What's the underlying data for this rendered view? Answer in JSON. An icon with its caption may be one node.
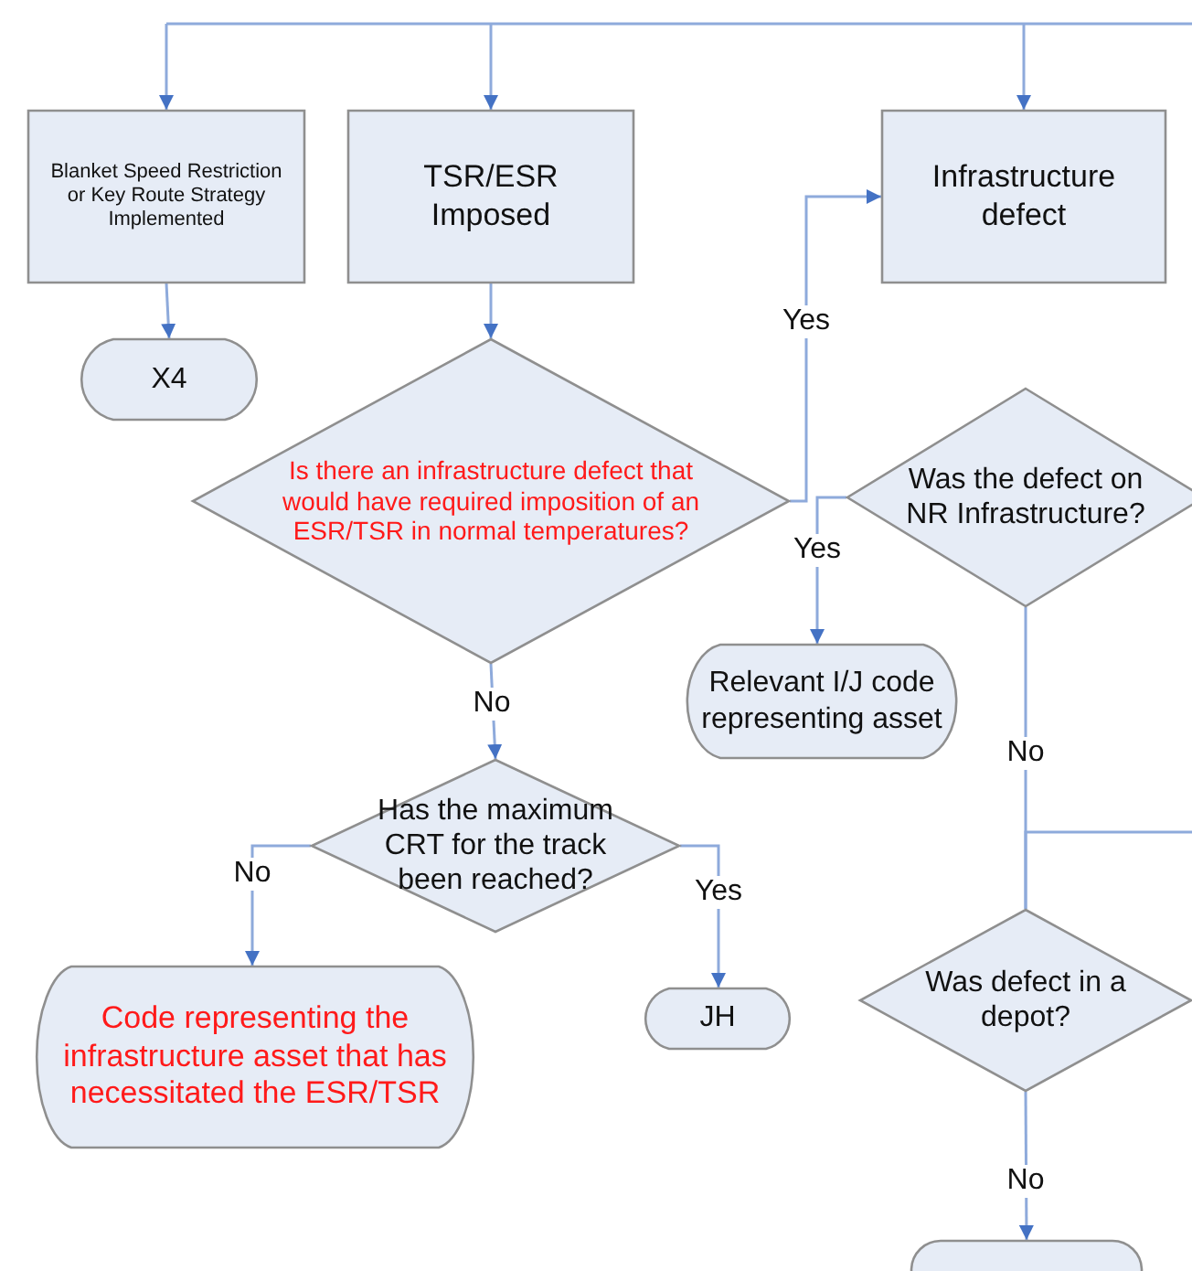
{
  "diagram": {
    "nodes": [
      {
        "text": [
          "Blanket Speed Restriction or Key Route Strategy Implemented"
        ]
      },
      {
        "text": [
          "TSR/ESR Imposed"
        ]
      },
      {
        "text": [
          "Infrastructure defect"
        ]
      },
      {
        "text": [
          "X4"
        ]
      },
      {
        "text": [
          "Is there an infrastructure defect that would have required imposition of an ESR/TSR in normal temperatures?"
        ]
      },
      {
        "text": [
          "Was the defect on NR Infrastructure?"
        ]
      },
      {
        "text": [
          "Relevant I/J code representing asset"
        ]
      },
      {
        "text": [
          "Has the maximum CRT for the track been reached?"
        ]
      },
      {
        "text": [
          "JH"
        ]
      },
      {
        "text": [
          "Code representing the infrastructure asset that has necessitated the ESR/TSR"
        ]
      },
      {
        "text": [
          "Was defect in a depot?"
        ]
      },
      {
        "text": [],
        "shape": "box"
      }
    ],
    "edges": [
      {
        "from": null,
        "to": 0,
        "arrow": "to"
      },
      {
        "from": null,
        "to": 1,
        "arrow": "to"
      },
      {
        "from": null,
        "to": 2,
        "arrow": "to"
      },
      {
        "from": 0,
        "to": 3,
        "arrow": "to"
      },
      {
        "from": 1,
        "to": 4,
        "arrow": "to"
      },
      {
        "from": 4,
        "to": 2,
        "arrow": "to",
        "label": "Yes"
      },
      {
        "from": 4,
        "to": 7,
        "arrow": "to",
        "label": "No"
      },
      {
        "from": 5,
        "to": 6,
        "arrow": "to",
        "label": "Yes"
      },
      {
        "from": 5,
        "to": 10,
        "arrow": "none",
        "label": "No"
      },
      {
        "from": null,
        "to": 10,
        "arrow": "none"
      },
      {
        "from": 7,
        "to": 9,
        "arrow": "to",
        "label": "No"
      },
      {
        "from": 7,
        "to": 8,
        "arrow": "to",
        "label": "Yes"
      },
      {
        "from": 10,
        "to": 11,
        "arrow": "to",
        "label": "No"
      }
    ]
  }
}
